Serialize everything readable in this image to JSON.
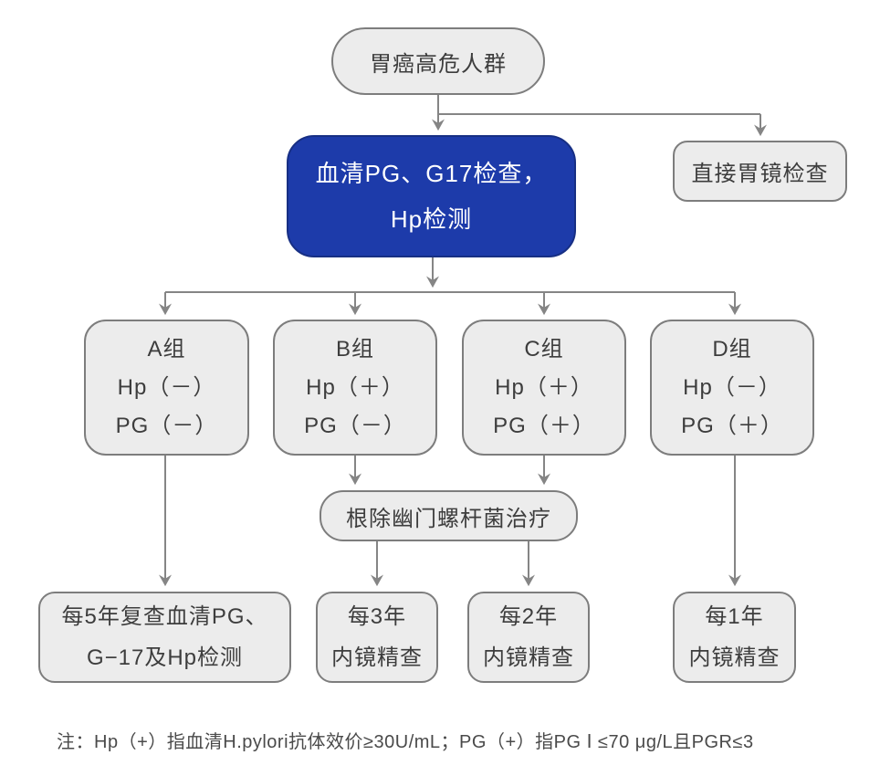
{
  "colors": {
    "box_fill": "#ececec",
    "box_border": "#7d7d7d",
    "accent_blue": "#1d3baa",
    "accent_blue_border": "#172f84",
    "arrow_color": "#858585",
    "text_color": "#3d3d3d"
  },
  "nodes": {
    "high_risk": {
      "label": "胃癌高危人群"
    },
    "serum_test": {
      "line1": "血清PG、G17检查，",
      "line2": "Hp检测"
    },
    "direct_endoscopy": {
      "label": "直接胃镜检查"
    },
    "group_a": {
      "title": "A组",
      "hp": "Hp（－）",
      "pg": "PG（－）"
    },
    "group_b": {
      "title": "B组",
      "hp": "Hp（＋）",
      "pg": "PG（－）"
    },
    "group_c": {
      "title": "C组",
      "hp": "Hp（＋）",
      "pg": "PG（＋）"
    },
    "group_d": {
      "title": "D组",
      "hp": "Hp（－）",
      "pg": "PG（＋）"
    },
    "eradication": {
      "label": "根除幽门螺杆菌治疗"
    },
    "follow_a": {
      "line1": "每5年复查血清PG、",
      "line2": "G−17及Hp检测"
    },
    "follow_b": {
      "line1": "每3年",
      "line2": "内镜精查"
    },
    "follow_c": {
      "line1": "每2年",
      "line2": "内镜精查"
    },
    "follow_d": {
      "line1": "每1年",
      "line2": "内镜精查"
    }
  },
  "note": {
    "text": "注：Hp（+）指血清H.pylori抗体效价≥30U/mL；PG（+）指PG Ⅰ ≤70 μg/L且PGR≤3"
  }
}
